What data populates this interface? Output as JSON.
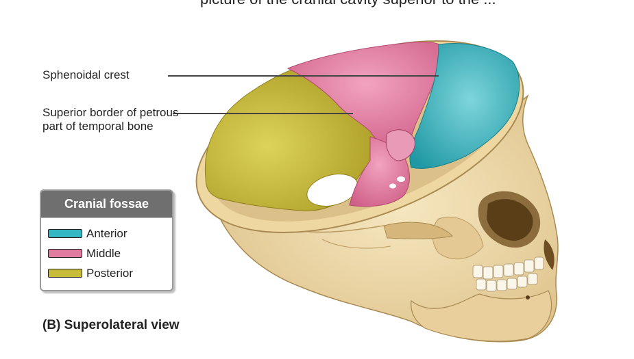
{
  "top_clip_text": "picture of the cranial cavity superior to the ...",
  "labels": {
    "sphenoidal_crest": "Sphenoidal crest",
    "superior_border": "Superior border of petrous part of temporal bone"
  },
  "legend": {
    "title": "Cranial fossae",
    "items": [
      {
        "label": "Anterior",
        "color": "#35b7c3"
      },
      {
        "label": "Middle",
        "color": "#e27ba0"
      },
      {
        "label": "Posterior",
        "color": "#c9bb3a"
      }
    ]
  },
  "caption": "(B) Superolateral view",
  "colors": {
    "bone": "#f1dcaa",
    "bone_shadow": "#d9bd83",
    "anterior": "#35b7c3",
    "middle": "#e27ba0",
    "posterior": "#c9bb3a",
    "leader_line": "#444444"
  }
}
